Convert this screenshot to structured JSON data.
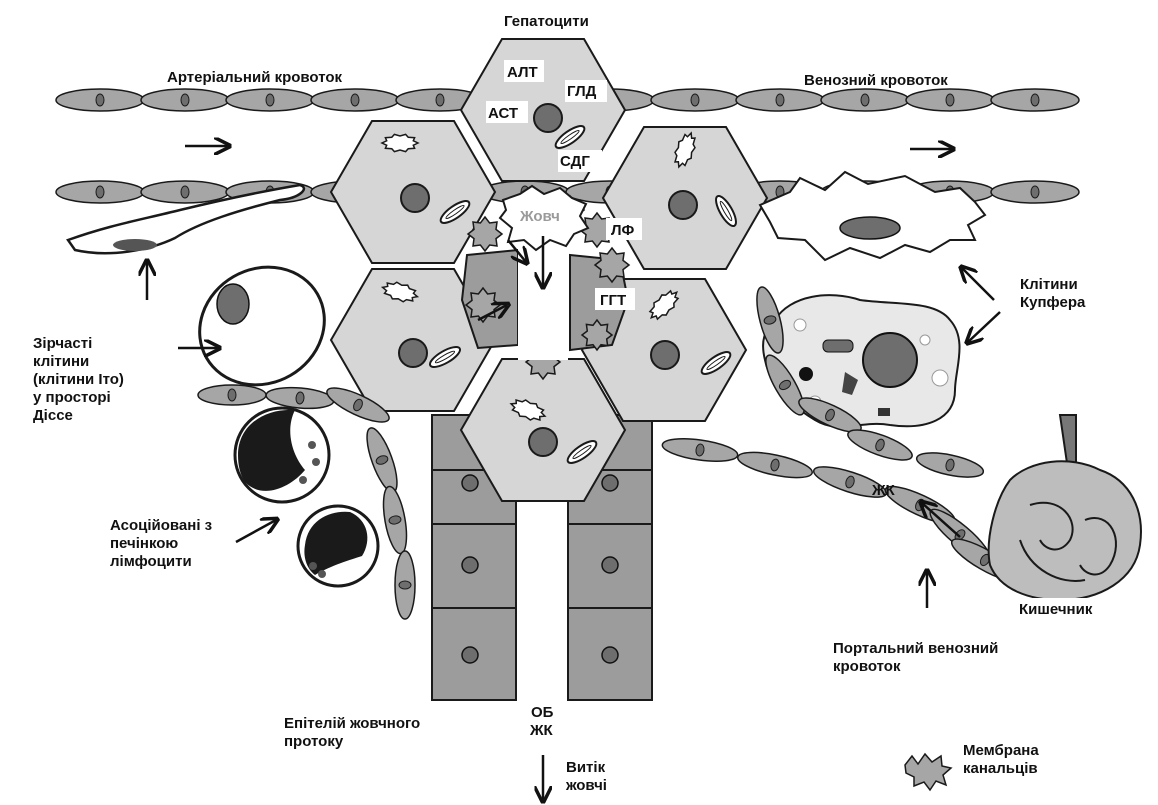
{
  "title": "Гепатоцити",
  "labels": {
    "arterial_flow": "Артеріальний кровоток",
    "venous_flow": "Венозний кровоток",
    "alt": "АЛТ",
    "ast": "АСТ",
    "gld": "ГЛД",
    "sdg": "СДГ",
    "bile": "Жовч",
    "lf": "ЛФ",
    "ggt": "ГГТ",
    "kupffer": [
      "Клітини",
      "Купфера"
    ],
    "stellate": [
      "Зірчасті",
      "клітини",
      "(клітини Іто)",
      "у просторі",
      "Діссе"
    ],
    "lymphocytes": [
      "Асоційовані з",
      "печінкою",
      "лімфоцити"
    ],
    "zhk": "ЖК",
    "intestine": "Кишечник",
    "portal": [
      "Портальний венозний",
      "кровоток"
    ],
    "epithelium": [
      "Епітелій жовчного",
      "протоку"
    ],
    "ob_zhk": [
      "ОБ",
      "ЖК"
    ],
    "bile_outflow": [
      "Витік",
      "жовчі"
    ],
    "membrane": [
      "Мембрана",
      "канальців"
    ]
  },
  "colors": {
    "cell_fill": "#d6d6d6",
    "vessel_fill": "#a6a6a6",
    "nucleus": "#6e6e6e",
    "stroke": "#1a1a1a",
    "duct_fill": "#9c9c9c"
  },
  "icons": [
    "arrow-icon",
    "star-membrane-icon",
    "nucleus-icon"
  ]
}
